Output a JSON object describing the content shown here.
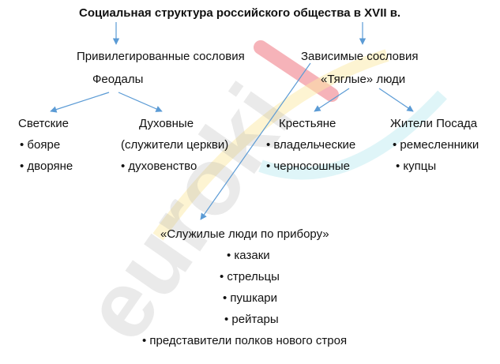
{
  "title": "Социальная структура российского общества в XVII в.",
  "privileged": {
    "label": "Привилегированные сословия",
    "feudals": "Феодалы",
    "secular": {
      "label": "Светские",
      "items": [
        "• бояре",
        "• дворяне"
      ]
    },
    "clergy": {
      "label": "Духовные",
      "sublabel": "(служители церкви)",
      "items": [
        "• духовенство"
      ]
    }
  },
  "dependent": {
    "label": "Зависимые сословия",
    "tyaglye": "«Тяглые» люди",
    "peasants": {
      "label": "Крестьяне",
      "items": [
        "• владельческие",
        "• черносошные"
      ]
    },
    "townspeople": {
      "label": "Жители Посада",
      "items": [
        "• ремесленники",
        "• купцы"
      ]
    }
  },
  "service": {
    "label": "«Служилые люди по прибору»",
    "items": [
      "• казаки",
      "• стрельцы",
      "• пушкари",
      "• рейтары",
      "• представители полков нового строя"
    ]
  },
  "watermark": "eurokі",
  "colors": {
    "arrow": "#5b9bd5",
    "text": "#111111"
  }
}
